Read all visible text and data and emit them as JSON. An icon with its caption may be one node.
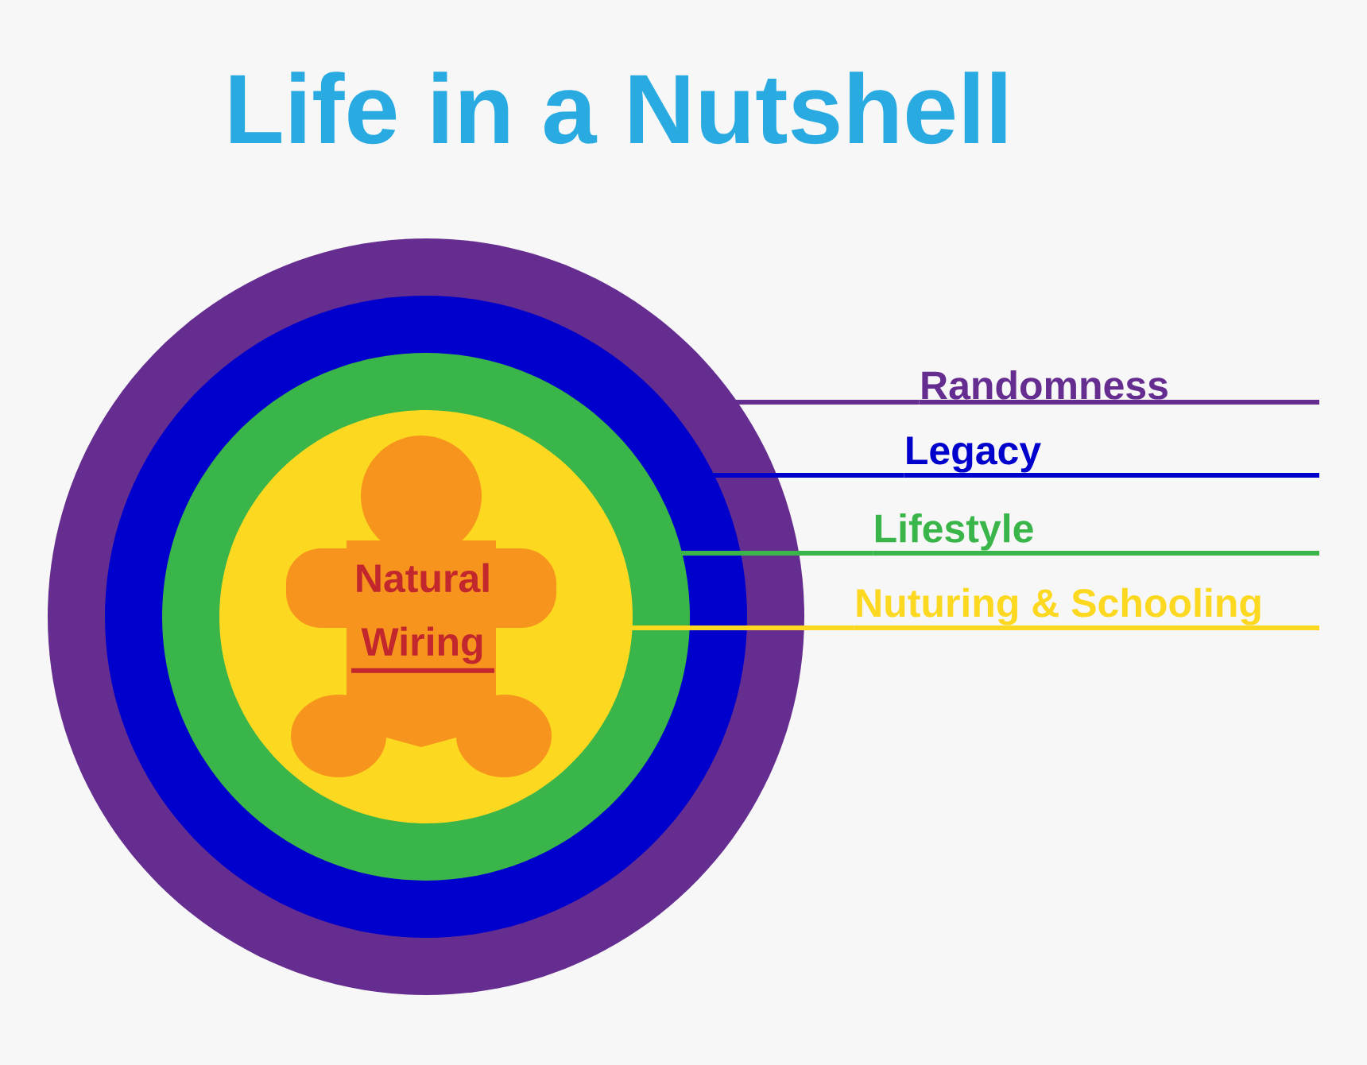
{
  "diagram": {
    "title": "Life in a Nutshell",
    "nodes": [
      {
        "text": [],
        "shape": "circle"
      },
      {
        "text": [],
        "shape": "circle",
        "in": 0
      },
      {
        "text": [],
        "shape": "circle",
        "in": 1
      },
      {
        "text": [],
        "shape": "circle",
        "in": 2
      },
      {
        "text": [
          "Natural Wiring"
        ],
        "in": 3
      },
      {
        "text": [
          "Randomness"
        ]
      },
      {
        "text": [
          "Legacy"
        ]
      },
      {
        "text": [
          "Lifestyle"
        ]
      },
      {
        "text": [
          "Nuturing & Schooling"
        ]
      }
    ],
    "edges": [
      {
        "from": 5,
        "to": 0,
        "arrow": "none",
        "color": "#662d91"
      },
      {
        "from": 6,
        "to": 1,
        "arrow": "none",
        "color": "#0000cd"
      },
      {
        "from": 7,
        "to": 2,
        "arrow": "none",
        "color": "#39b54a"
      },
      {
        "from": 8,
        "to": 3,
        "arrow": "none",
        "color": "#fcd820"
      }
    ]
  }
}
